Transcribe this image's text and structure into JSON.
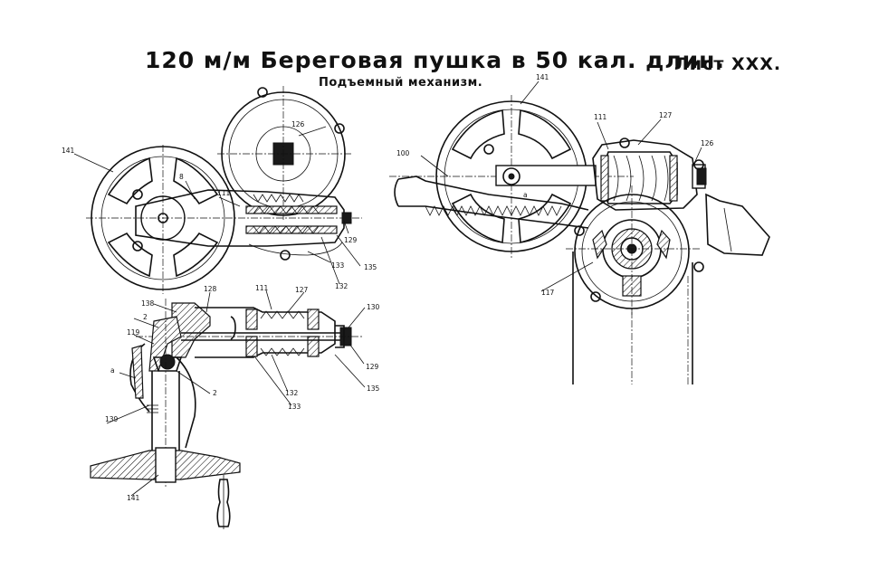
{
  "header": {
    "title": "120 м/м Береговая пушка в 50 кал. длин.",
    "sheet": "Лист XXX.",
    "subtitle": "Подъемный механизм."
  },
  "labels": {
    "l141a": "141",
    "l8": "8",
    "l111a": "111",
    "l126a": "126",
    "l129a": "129",
    "l133a": "133",
    "l135a": "135",
    "l132a": "132",
    "l138": "138",
    "l128": "128",
    "l111b": "111",
    "l127a": "127",
    "l130": "130",
    "l2": "2",
    "l119": "119",
    "la1": "a",
    "l2b": "2",
    "l139": "139",
    "l141b": "141",
    "l132b": "132",
    "l133b": "133",
    "l129b": "129",
    "l135b": "135",
    "l141c": "141",
    "l100": "100",
    "l111c": "111",
    "l127b": "127",
    "l126b": "126",
    "la2": "a",
    "l117": "117"
  }
}
